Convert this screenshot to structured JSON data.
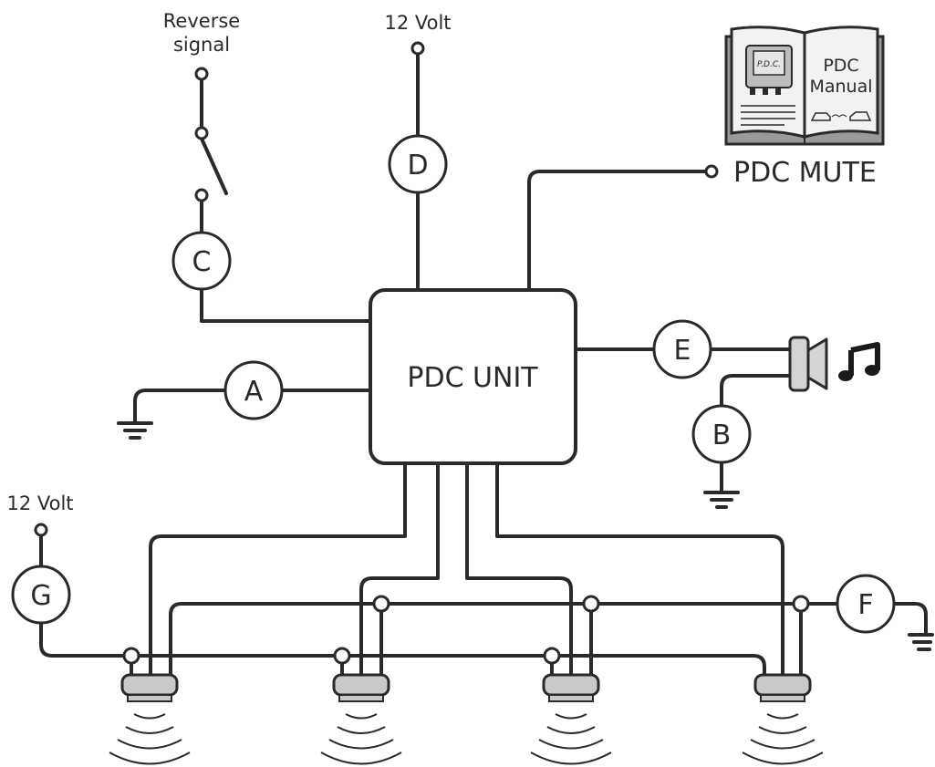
{
  "labels": {
    "reverse_line1": "Reverse",
    "reverse_line2": "signal",
    "volt_top": "12 Volt",
    "volt_left": "12 Volt",
    "unit": "PDC UNIT",
    "mute": "PDC MUTE",
    "manual_line1": "PDC",
    "manual_line2": "Manual",
    "manual_device": "P.D.C."
  },
  "components": {
    "a": "A",
    "b": "B",
    "c": "C",
    "d": "D",
    "e": "E",
    "f": "F",
    "g": "G"
  },
  "icons": {
    "speaker": "speaker-icon",
    "music": "music-note-icon",
    "ground": "ground-icon",
    "sensor": "parking-sensor-icon",
    "manual": "manual-book-icon"
  }
}
